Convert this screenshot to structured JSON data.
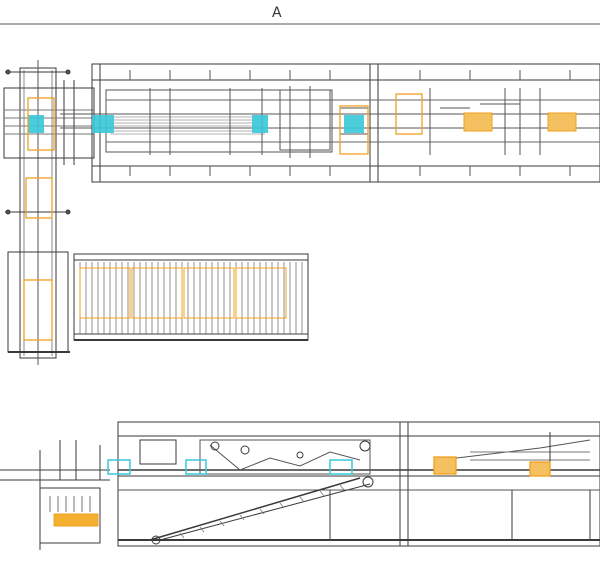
{
  "section_label": "A",
  "colors": {
    "line": "#3a3a3a",
    "thin": "#8a8a8a",
    "cyan": "#38c8d8",
    "orange": "#f0a020",
    "background": "#ffffff"
  },
  "icons": [
    "conveyor-plan-view",
    "conveyor-side-view",
    "carton-icon",
    "sensor-icon"
  ]
}
